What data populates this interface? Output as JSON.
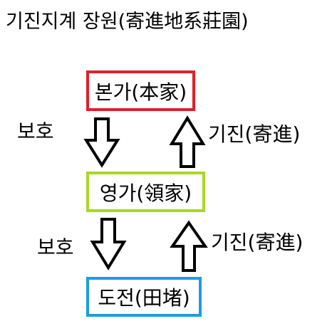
{
  "title": "기진지계 장원(寄進地系莊園)",
  "nodes": {
    "top": {
      "label": "본가(本家)",
      "border_color": "#E0202A"
    },
    "middle": {
      "label": "영가(領家)",
      "border_color": "#A8D824"
    },
    "bottom": {
      "label": "도전(田堵)",
      "border_color": "#1E9DDC"
    }
  },
  "edges": [
    {
      "from": "top",
      "to": "middle",
      "direction": "down",
      "label": "보호"
    },
    {
      "from": "middle",
      "to": "top",
      "direction": "up",
      "label": "기진(寄進)"
    },
    {
      "from": "middle",
      "to": "bottom",
      "direction": "down",
      "label": "보호"
    },
    {
      "from": "bottom",
      "to": "middle",
      "direction": "up",
      "label": "기진(寄進)"
    }
  ],
  "colors": {
    "arrow_stroke": "#000000",
    "arrow_fill": "#ffffff",
    "text": "#000000"
  }
}
